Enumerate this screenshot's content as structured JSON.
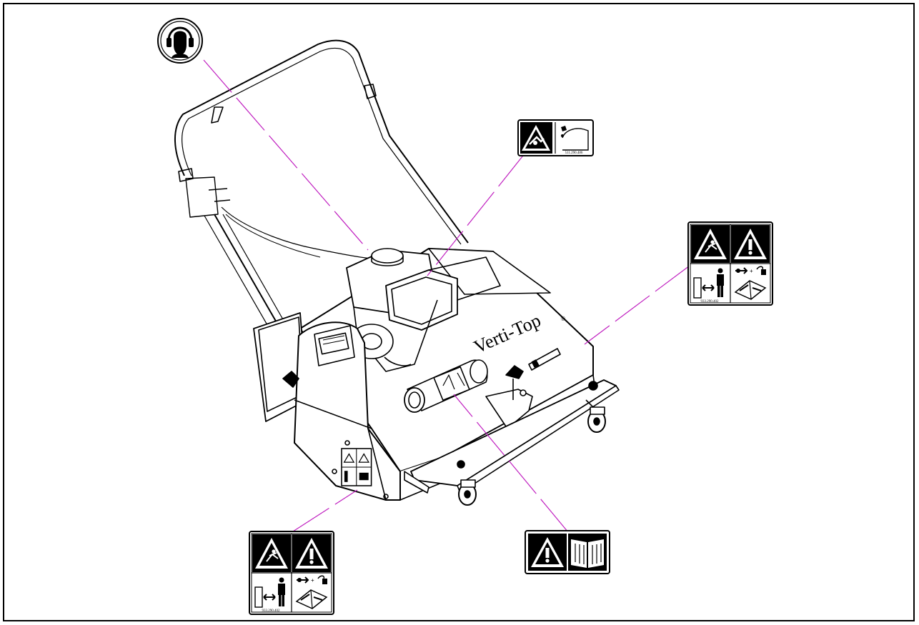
{
  "machine": {
    "brand": "Verti-Top",
    "brand_mark": "®"
  },
  "decals": [
    {
      "id": "hearing-protection",
      "icon": "ear-protection-icon",
      "part_number": ""
    },
    {
      "id": "belt-guard",
      "icon": "entanglement-warning-icon",
      "part_number": "511.290.486"
    },
    {
      "id": "safety-right",
      "icon": "safety-warning-decal",
      "part_number": "933.290.402"
    },
    {
      "id": "safety-side",
      "icon": "safety-warning-decal",
      "part_number": ""
    },
    {
      "id": "safety-left",
      "icon": "safety-warning-decal",
      "part_number": "933.290.402"
    },
    {
      "id": "read-manual",
      "icon": "read-manual-icon",
      "part_number": ""
    }
  ],
  "colors": {
    "leader_line": "#c020c0",
    "line": "#000000",
    "background": "#ffffff"
  }
}
